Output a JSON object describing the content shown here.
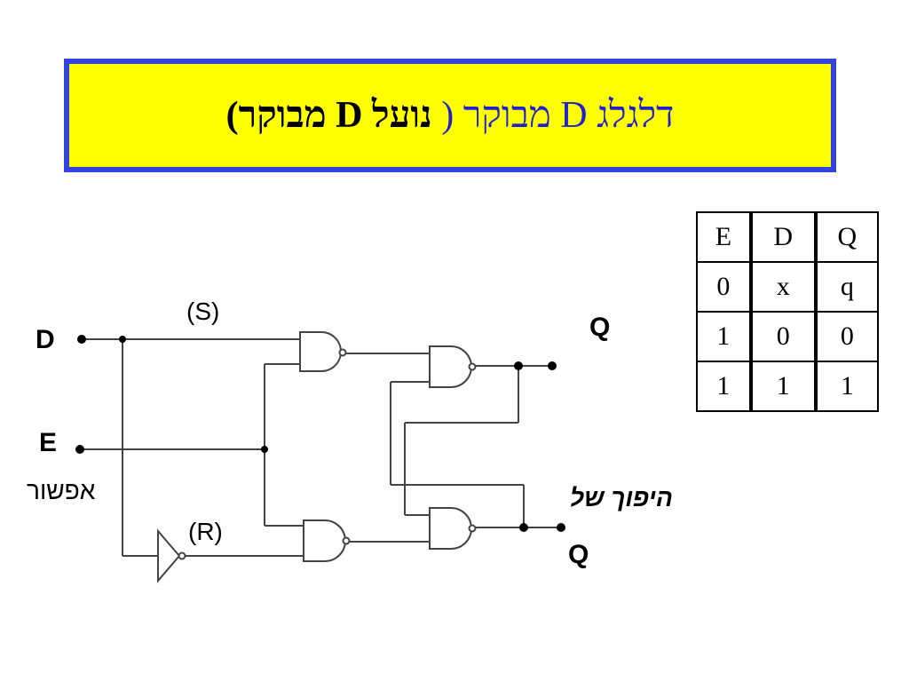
{
  "title": {
    "part1": "דלגלג D מבוקר (",
    "part2": "נועל D מבוקר)"
  },
  "truth_table": {
    "headers": [
      "E",
      "D",
      "Q"
    ],
    "rows": [
      [
        "0",
        "x",
        "q"
      ],
      [
        "1",
        "0",
        "0"
      ],
      [
        "1",
        "1",
        "1"
      ]
    ]
  },
  "circuit": {
    "input_d": "D",
    "input_e": "E",
    "enable_label": "אפשור",
    "s_label": "(S)",
    "r_label": "(R)",
    "output_q": "Q",
    "output_qbar_caption": "היפוך של",
    "output_qbar": "Q"
  },
  "colors": {
    "title_background": "#ffff00",
    "title_border": "#3344dd",
    "title_blue_text": "#2222cc"
  }
}
